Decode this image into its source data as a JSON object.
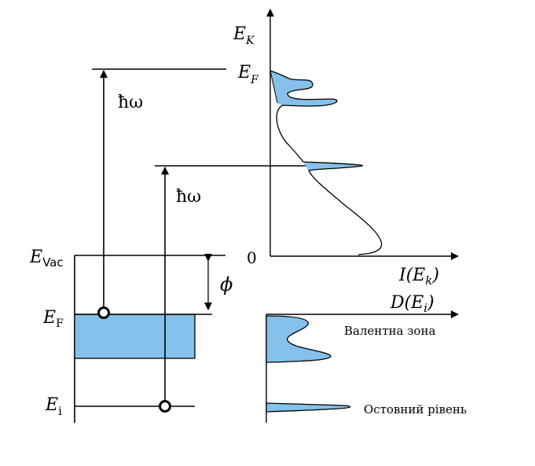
{
  "colors": {
    "line": "#000000",
    "fill": "#85c1ea",
    "background": "#ffffff"
  },
  "labels": {
    "e_k_main": "E",
    "e_k_sub": "K",
    "e_f_right_main": "E",
    "e_f_right_sub": "F",
    "hbar_omega_1": "ħω",
    "hbar_omega_2": "ħω",
    "e_vac_main": "E",
    "e_vac_sub": "Vac",
    "phi": "ϕ",
    "e_f_left_main": "E",
    "e_f_left_sub": "F",
    "e_i_main": "E",
    "e_i_sub": "i",
    "zero": "0",
    "i_ek": "I(E",
    "i_ek_sub": "k",
    "i_ek_close": ")",
    "d_ei": "D(E",
    "d_ei_sub": "i",
    "d_ei_close": ")",
    "valence_band": "Валентна зона",
    "core_level": "Остовний рівень"
  }
}
